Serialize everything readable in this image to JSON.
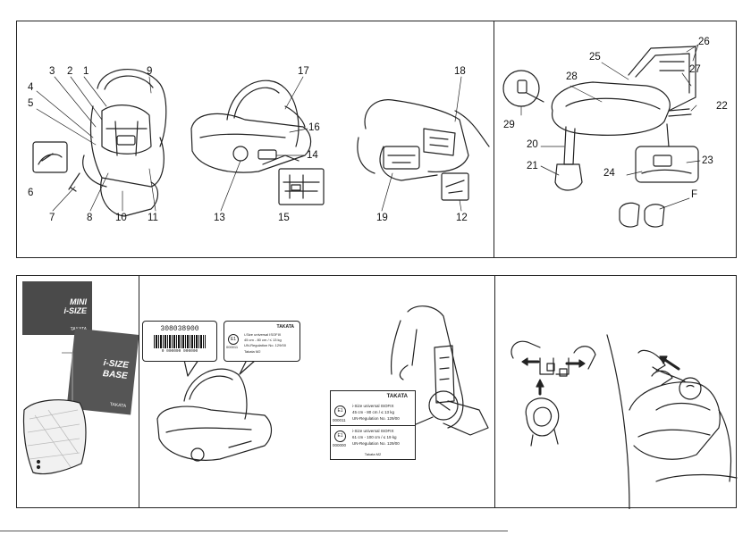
{
  "top_left_panel": {
    "callouts": [
      "1",
      "2",
      "3",
      "4",
      "5",
      "6",
      "7",
      "8",
      "9",
      "10",
      "11",
      "12",
      "13",
      "14",
      "15",
      "16",
      "17",
      "18",
      "19"
    ]
  },
  "top_right_panel": {
    "callouts": [
      "20",
      "21",
      "22",
      "23",
      "24",
      "25",
      "26",
      "27",
      "28",
      "29",
      "F"
    ]
  },
  "manuals_panel": {
    "manual_1": {
      "title_line1": "MINI",
      "title_line2": "i-SIZE",
      "brand": "TAKATA"
    },
    "manual_2": {
      "title_line1": "i-SIZE",
      "title_line2": "BASE",
      "brand": "TAKATA"
    }
  },
  "labels_panel": {
    "barcode_label": {
      "number": "308038900",
      "digits": "0 000000 000000"
    },
    "approval_label_small": {
      "brand": "TAKATA",
      "mark": "E1",
      "approval_no": "000011",
      "line1": "i-Size universal ISOFIX",
      "line2": "45 cm - 80 cm / ≤ 13 kg",
      "line3": "UN-Regulation No. 129/00",
      "line4": "Takata M2"
    },
    "approval_label_large": {
      "brand": "TAKATA",
      "row1": {
        "mark": "E1",
        "approval_no": "000011",
        "line1": "i-Size universal ISOFIX",
        "line2": "45 cm - 80 cm / ≤ 13 kg",
        "line3": "UN-Regulation No. 129/00"
      },
      "row2": {
        "mark": "E1",
        "approval_no": "000000",
        "line1": "i-Size universal ISOFIX",
        "line2": "61 cm - 100 cm / ≤ 19 kg",
        "line3": "UN-Regulation No. 129/00"
      },
      "footer": "Takata M2"
    }
  }
}
